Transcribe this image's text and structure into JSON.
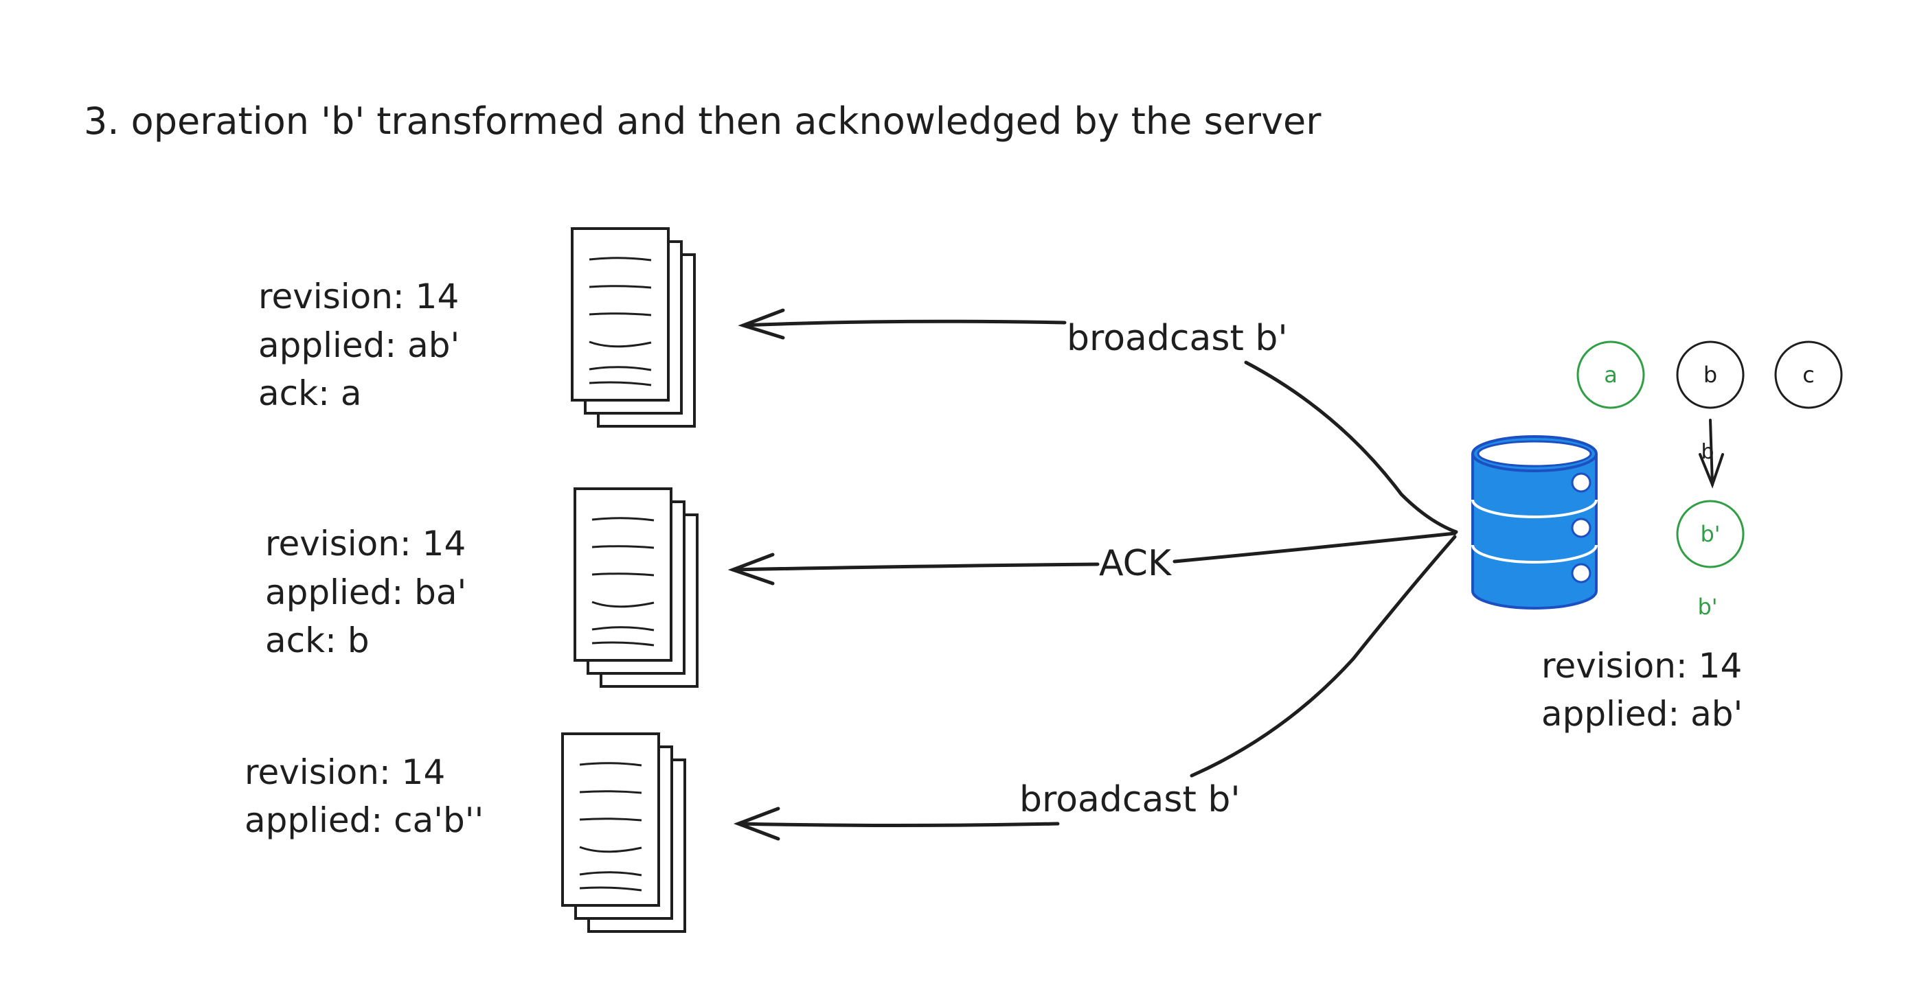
{
  "title": "3. operation 'b' transformed and then acknowledged by the server",
  "clients": [
    {
      "lines": [
        "revision: 14",
        "applied: ab'",
        "ack: a"
      ]
    },
    {
      "lines": [
        "revision: 14",
        "applied: ba'",
        "ack: b"
      ]
    },
    {
      "lines": [
        "revision: 14",
        "applied: ca'b''"
      ]
    }
  ],
  "edges": {
    "top_label": "broadcast b'",
    "middle_label": "ACK",
    "bottom_label": "broadcast b'"
  },
  "server": {
    "lines": [
      "revision: 14",
      "applied: ab'"
    ],
    "ops": [
      "a",
      "b",
      "c"
    ],
    "transformed_op": "b'",
    "transformed_caption": "b'",
    "arrow_label": "b"
  },
  "colors": {
    "ink": "#1e1e1e",
    "accepted_green": "#2f9e44",
    "database_blue": "#228be6",
    "database_stroke": "#1c4fc1"
  }
}
